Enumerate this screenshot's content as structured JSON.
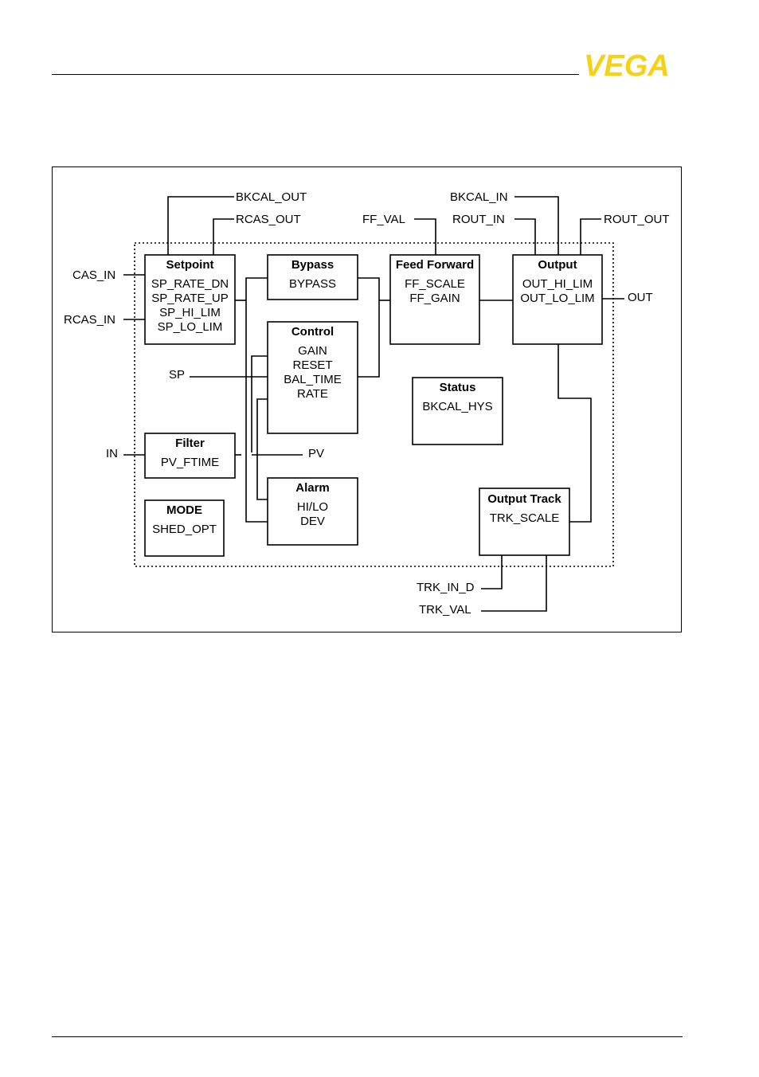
{
  "brand": {
    "logo_text": "VEGA",
    "logo_color": "#f7d117"
  },
  "diagram": {
    "blocks": {
      "setpoint": {
        "title": "Setpoint",
        "params": [
          "SP_RATE_DN",
          "SP_RATE_UP",
          "SP_HI_LIM",
          "SP_LO_LIM"
        ]
      },
      "bypass": {
        "title": "Bypass",
        "params": [
          "BYPASS"
        ]
      },
      "feed_forward": {
        "title": "Feed Forward",
        "params": [
          "FF_SCALE",
          "FF_GAIN"
        ]
      },
      "output": {
        "title": "Output",
        "params": [
          "OUT_HI_LIM",
          "OUT_LO_LIM"
        ]
      },
      "control": {
        "title": "Control",
        "params": [
          "GAIN",
          "RESET",
          "BAL_TIME",
          "RATE"
        ]
      },
      "status": {
        "title": "Status",
        "params": [
          "BKCAL_HYS"
        ]
      },
      "filter": {
        "title": "Filter",
        "params": [
          "PV_FTIME"
        ]
      },
      "alarm": {
        "title": "Alarm",
        "params": [
          "HI/LO",
          "DEV"
        ]
      },
      "mode": {
        "title": "MODE",
        "params": [
          "SHED_OPT"
        ]
      },
      "output_track": {
        "title": "Output Track",
        "params": [
          "TRK_SCALE"
        ]
      }
    },
    "signals": {
      "bkcal_out": "BKCAL_OUT",
      "rcas_out": "RCAS_OUT",
      "ff_val": "FF_VAL",
      "bkcal_in": "BKCAL_IN",
      "rout_in": "ROUT_IN",
      "rout_out": "ROUT_OUT",
      "cas_in": "CAS_IN",
      "rcas_in": "RCAS_IN",
      "out": "OUT",
      "sp": "SP",
      "in": "IN",
      "pv": "PV",
      "trk_in_d": "TRK_IN_D",
      "trk_val": "TRK_VAL"
    }
  }
}
